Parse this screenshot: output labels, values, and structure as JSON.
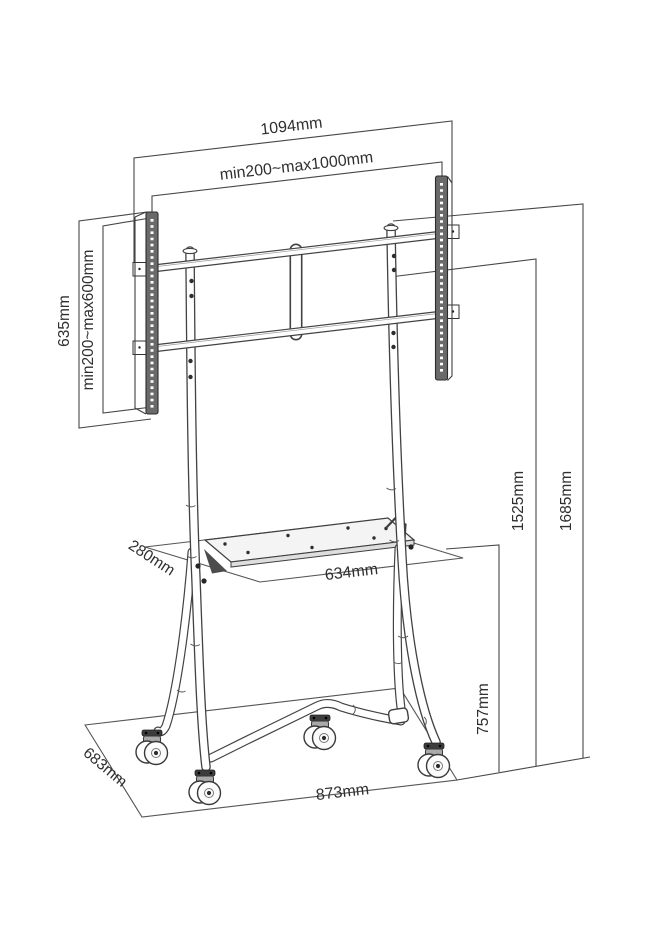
{
  "diagram": {
    "title": "Mobile TV stand dimensional line drawing",
    "dimensions": {
      "overall_width": "1094mm",
      "vesa_width": "min200~max1000mm",
      "bracket_height": "635mm",
      "vesa_height": "min200~max600mm",
      "mount_height": "1525mm",
      "overall_height": "1685mm",
      "shelf_depth": "280mm",
      "shelf_width": "634mm",
      "shelf_height": "757mm",
      "base_depth": "683mm",
      "base_width": "873mm"
    },
    "colors": {
      "line": "#474747",
      "label": "#2f2f2f",
      "bracket": "#6a6a6a",
      "shelf": "#f4f4f4",
      "bg": "#ffffff"
    }
  }
}
